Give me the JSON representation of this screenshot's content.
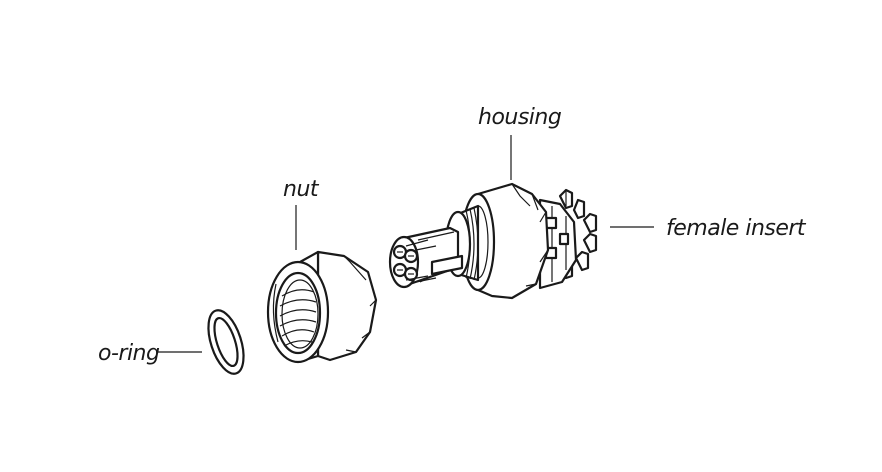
{
  "labels": {
    "oring": "o-ring",
    "nut": "nut",
    "housing": "housing",
    "female_insert": "female insert"
  },
  "colors": {
    "line": "#1a1a1a",
    "background": "#ffffff"
  }
}
